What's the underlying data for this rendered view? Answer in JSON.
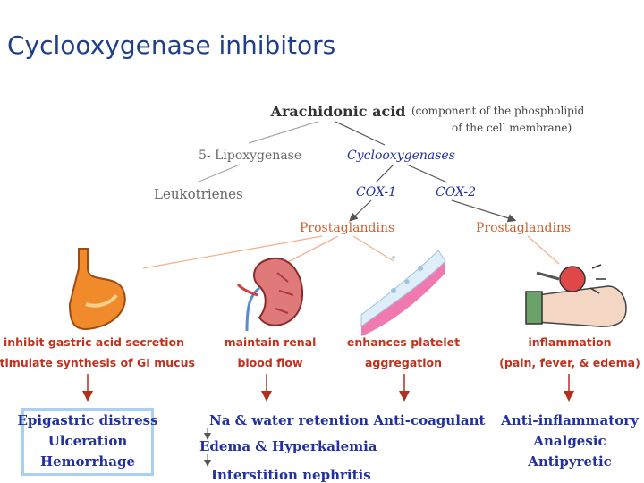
{
  "title": "Cyclooxygenase inhibitors",
  "colors": {
    "title": "#1f3f8a",
    "navy": "#2230a0",
    "red": "#c0321e",
    "orange_line": "#f4b18a",
    "grey": "#555555",
    "arrow_red": "#b03020",
    "box_border": "#a9d0f0"
  },
  "diagram": {
    "root": "Arachidonic acid",
    "root_note_1": "(component of the phospholipid",
    "root_note_2": "of the cell membrane)",
    "lipoxygenase": "5- Lipoxygenase",
    "leukotrienes": "Leukotrienes",
    "cyclooxygenases": "Cyclooxygenases",
    "cox1": "COX-1",
    "cox2": "COX-2",
    "prostaglandins_1": "Prostaglandins",
    "prostaglandins_2": "Prostaglandins",
    "effects": {
      "stomach_1": "inhibit gastric acid secretion",
      "stomach_2": "stimulate synthesis of GI mucus",
      "kidney_1": "maintain renal",
      "kidney_2": "blood flow",
      "platelet_1": "enhances platelet",
      "platelet_2": "aggregation",
      "inflammation_1": "inflammation",
      "inflammation_2": "(pain, fever, & edema)"
    },
    "outcomes": {
      "stomach": [
        "Epigastric distress",
        "Ulceration",
        "Hemorrhage"
      ],
      "kidney": [
        "Na & water retention",
        "Edema & Hyperkalemia",
        "Interstition nephritis"
      ],
      "platelet": [
        "Anti-coagulant"
      ],
      "inflammation": [
        "Anti-inflammatory",
        "Analgesic",
        "Antipyretic"
      ]
    },
    "icons": [
      "stomach-icon",
      "kidney-icon",
      "platelet-vessel-icon",
      "inflamed-hand-icon"
    ]
  }
}
